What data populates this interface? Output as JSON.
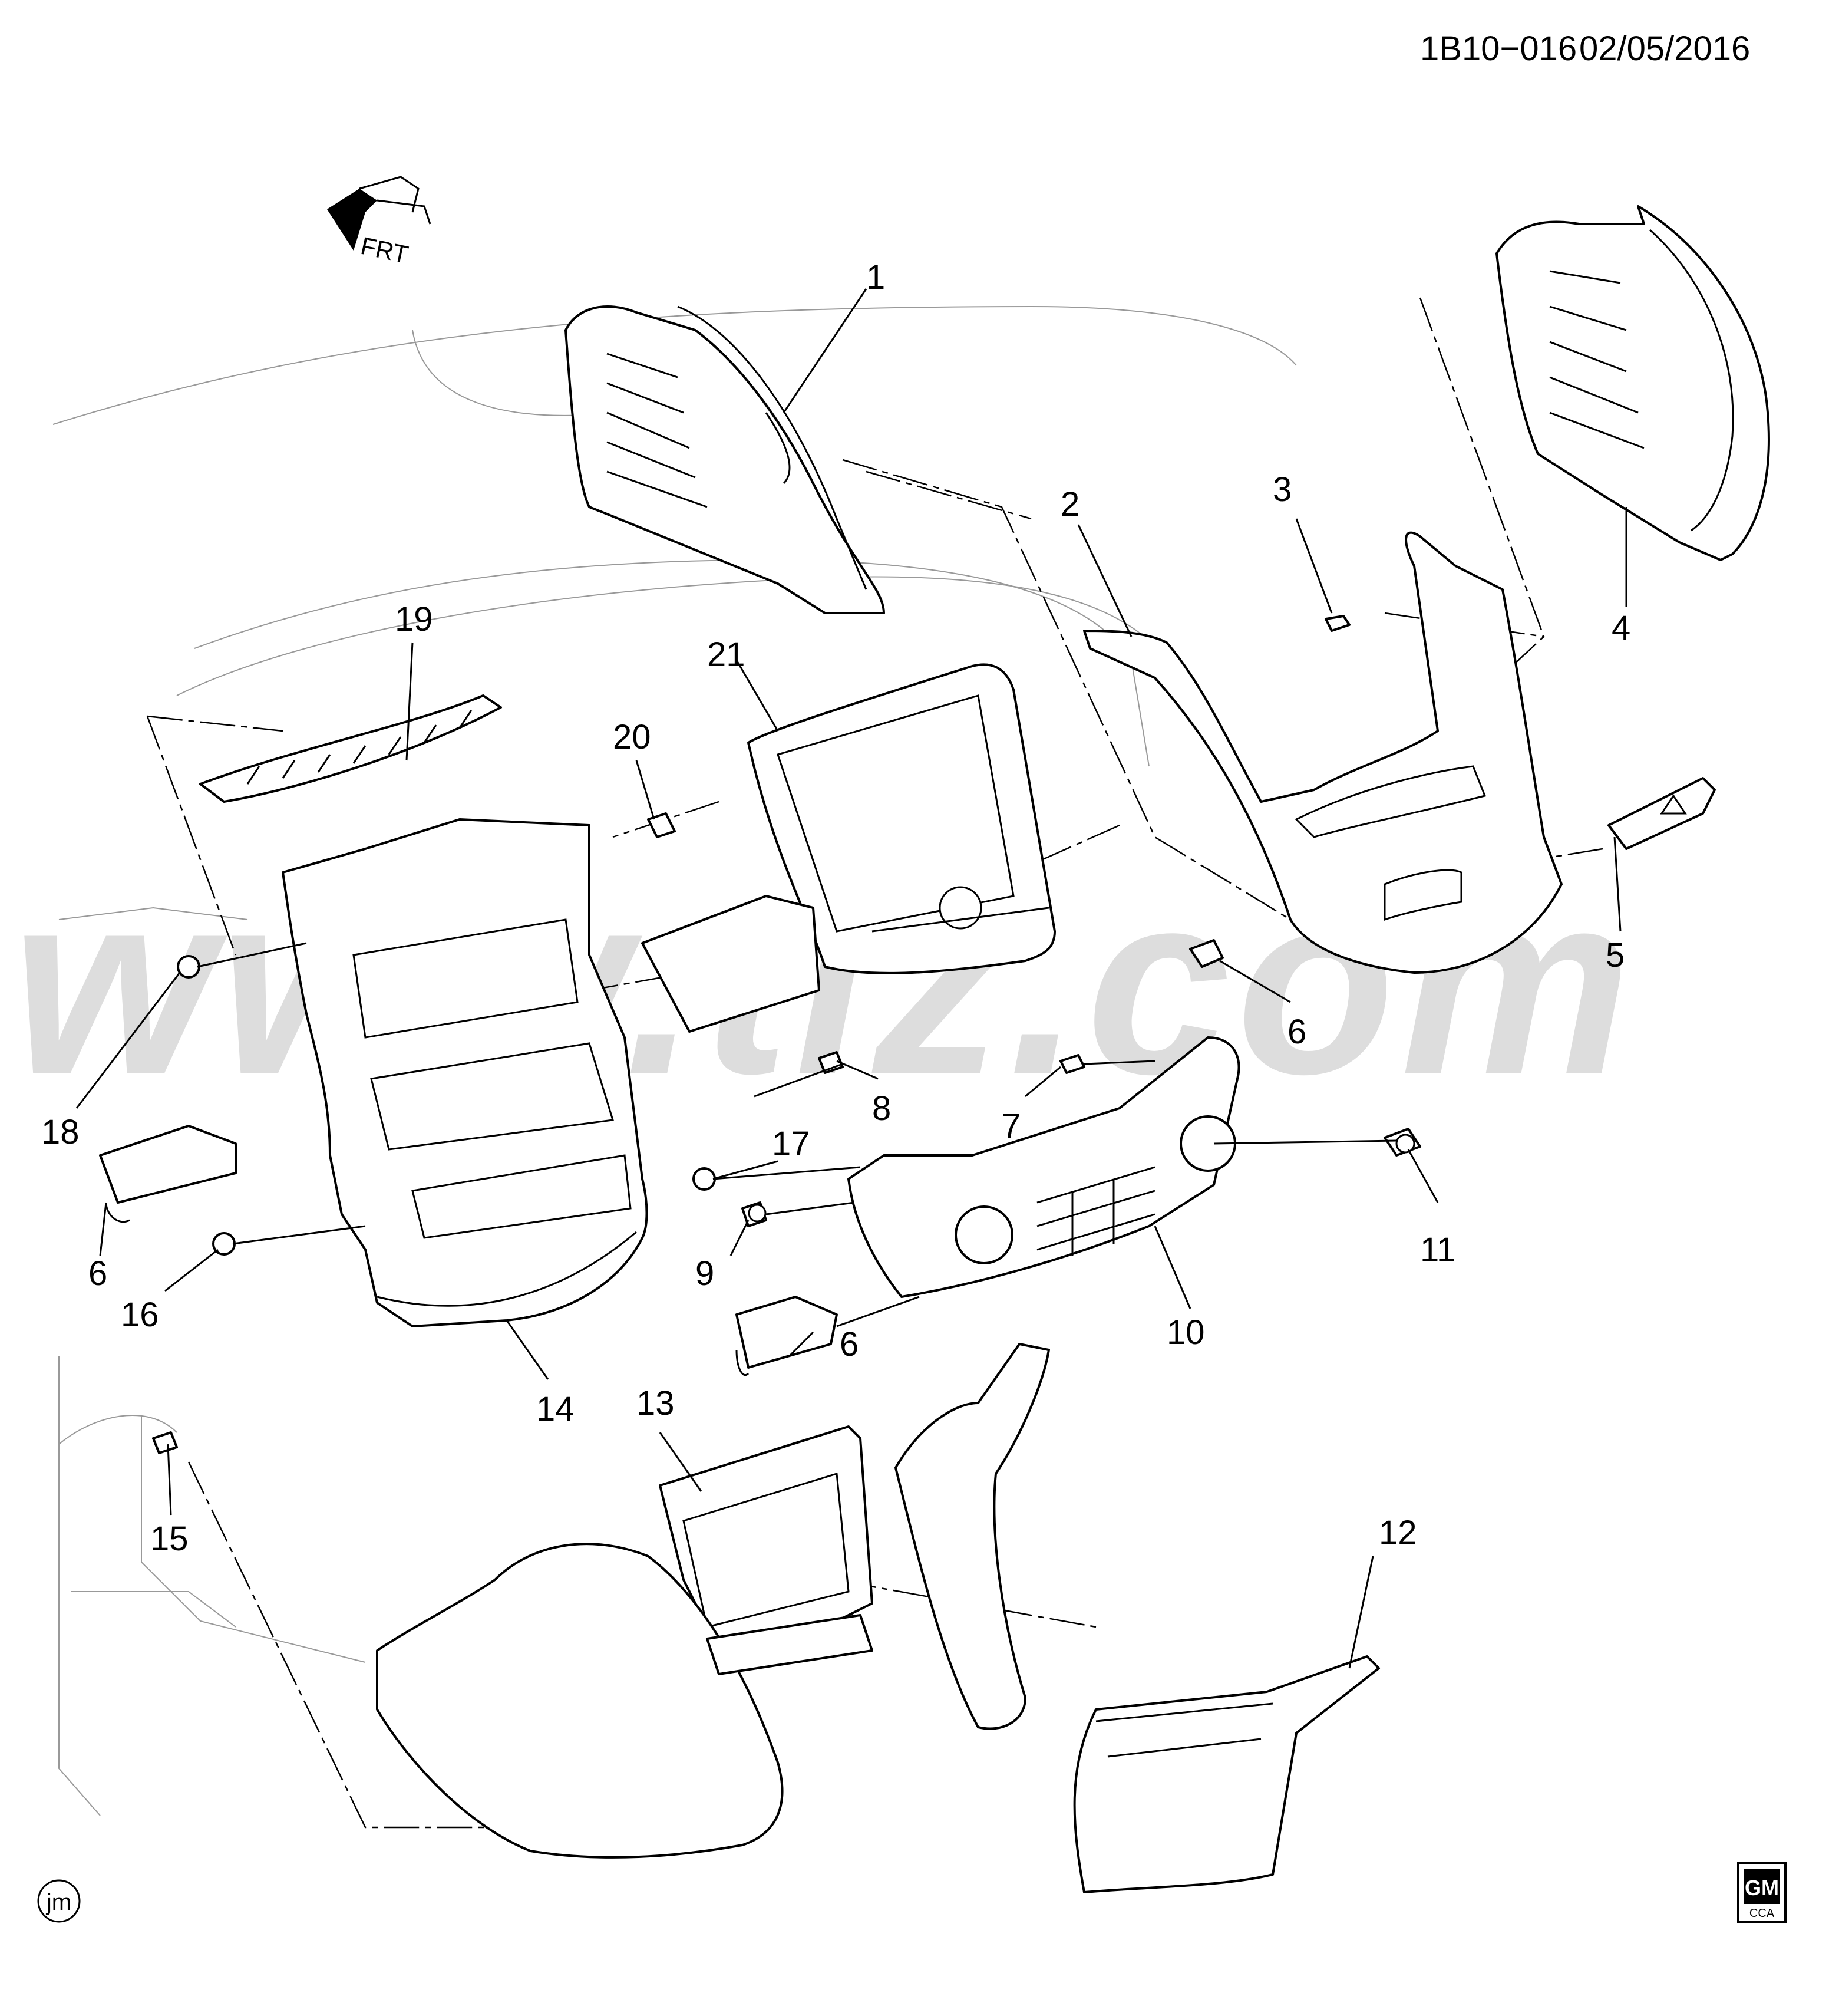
{
  "header": {
    "diagram_id": "1B10−016",
    "date": "02/05/2016"
  },
  "orientation_label": "FRT",
  "watermark": "www.tiz.com",
  "callouts": [
    {
      "num": "1"
    },
    {
      "num": "2"
    },
    {
      "num": "3"
    },
    {
      "num": "4"
    },
    {
      "num": "5"
    },
    {
      "num": "6"
    },
    {
      "num": "6"
    },
    {
      "num": "6"
    },
    {
      "num": "7"
    },
    {
      "num": "8"
    },
    {
      "num": "9"
    },
    {
      "num": "10"
    },
    {
      "num": "11"
    },
    {
      "num": "12"
    },
    {
      "num": "13"
    },
    {
      "num": "14"
    },
    {
      "num": "15"
    },
    {
      "num": "16"
    },
    {
      "num": "17"
    },
    {
      "num": "18"
    },
    {
      "num": "19"
    },
    {
      "num": "20"
    },
    {
      "num": "21"
    }
  ],
  "footer": {
    "artist_initials": "jm",
    "logo_text": "GM",
    "logo_subtext": "CCA"
  }
}
